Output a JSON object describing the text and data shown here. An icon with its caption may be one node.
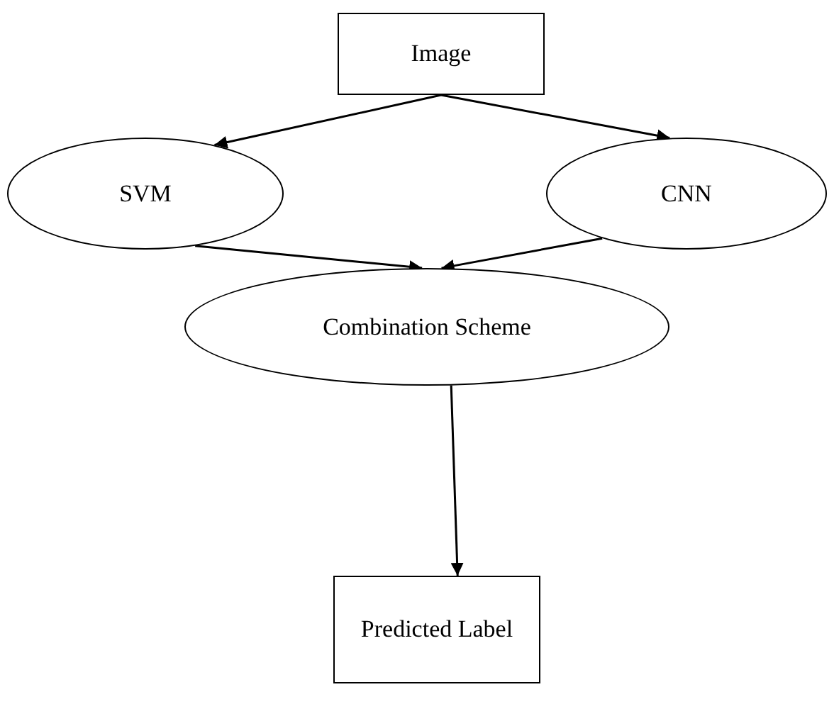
{
  "diagram": {
    "nodes": [
      {
        "text": [
          "Image"
        ]
      },
      {
        "text": [
          "SVM"
        ]
      },
      {
        "text": [
          "CNN"
        ]
      },
      {
        "text": [
          "Combination Scheme"
        ]
      },
      {
        "text": [
          "Predicted Label"
        ]
      }
    ],
    "edges": [
      {
        "from": 0,
        "to": 1,
        "arrow": "to"
      },
      {
        "from": 0,
        "to": 2,
        "arrow": "to"
      },
      {
        "from": 1,
        "to": 3,
        "arrow": "to"
      },
      {
        "from": 2,
        "to": 3,
        "arrow": "to"
      },
      {
        "from": 3,
        "to": 4,
        "arrow": "to"
      }
    ]
  }
}
